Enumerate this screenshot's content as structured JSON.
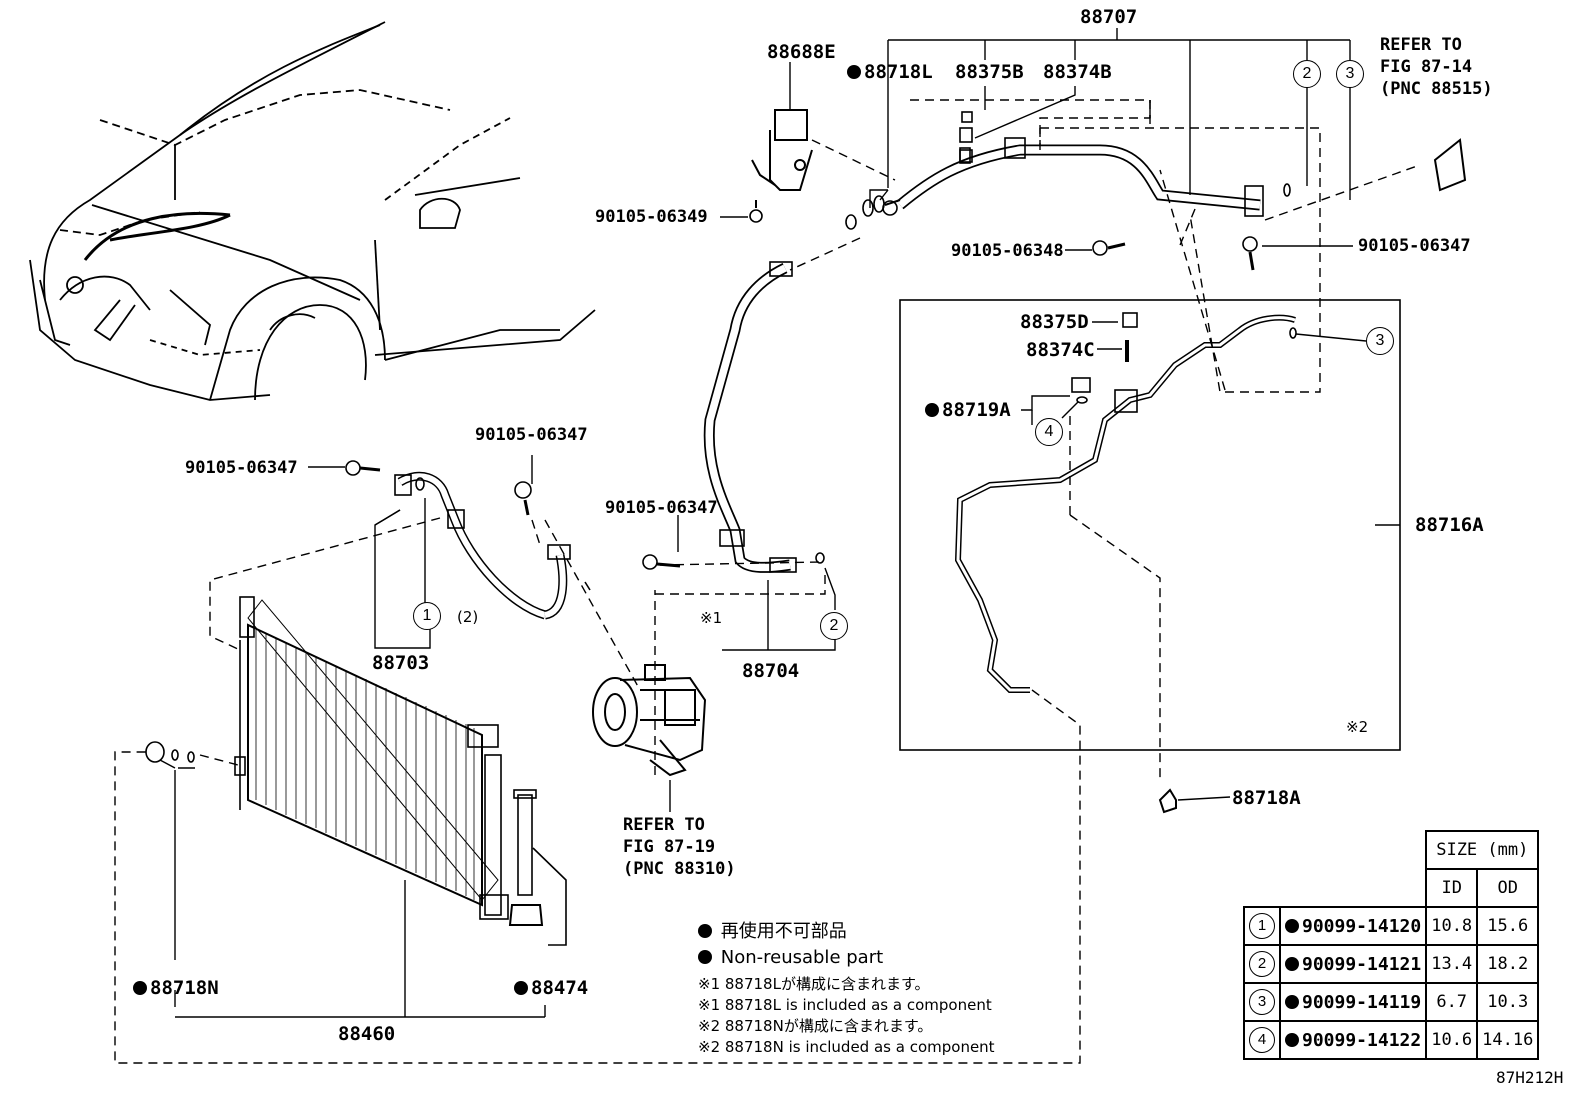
{
  "diagram_id": "87H212H",
  "callouts": {
    "p88707": "88707",
    "p88688E": "88688E",
    "p88718L": "88718L",
    "p88375B": "88375B",
    "p88374B": "88374B",
    "p90105_06349": "90105-06349",
    "p90105_06348": "90105-06348",
    "p90105_06347_right": "90105-06347",
    "p88375D": "88375D",
    "p88374C": "88374C",
    "p88719A": "88719A",
    "p88716A": "88716A",
    "p88718A": "88718A",
    "p90105_06347_left": "90105-06347",
    "p90105_06347_mid": "90105-06347",
    "p90105_06347_comp": "90105-06347",
    "p88703": "88703",
    "p88704": "88704",
    "p88460": "88460",
    "p88718N": "88718N",
    "p88474": "88474",
    "sub_2_paren": "(2)",
    "mark1": "※1",
    "mark2": "※2"
  },
  "circles": {
    "c1": "1",
    "c2": "2",
    "c3": "3",
    "c4": "4"
  },
  "refer_top": "REFER TO\nFIG 87-14\n(PNC 88515)",
  "refer_comp": "REFER TO\nFIG 87-19\n(PNC 88310)",
  "legend": {
    "jp_nonreusable": "再使用不可部品",
    "en_nonreusable": "Non-reusable part",
    "note1_jp": "※1 88718Lが構成に含まれます。",
    "note1_en": "※1 88718L  is included as a component",
    "note2_jp": "※2 88718Nが構成に含まれます。",
    "note2_en": "※2 88718N is included as a component"
  },
  "size_table": {
    "header": "SIZE (mm)",
    "col_id": "ID",
    "col_od": "OD",
    "rows": [
      {
        "num": "1",
        "part": "90099-14120",
        "id": "10.8",
        "od": "15.6"
      },
      {
        "num": "2",
        "part": "90099-14121",
        "id": "13.4",
        "od": "18.2"
      },
      {
        "num": "3",
        "part": "90099-14119",
        "id": "6.7",
        "od": "10.3"
      },
      {
        "num": "4",
        "part": "90099-14122",
        "id": "10.6",
        "od": "14.16"
      }
    ]
  }
}
